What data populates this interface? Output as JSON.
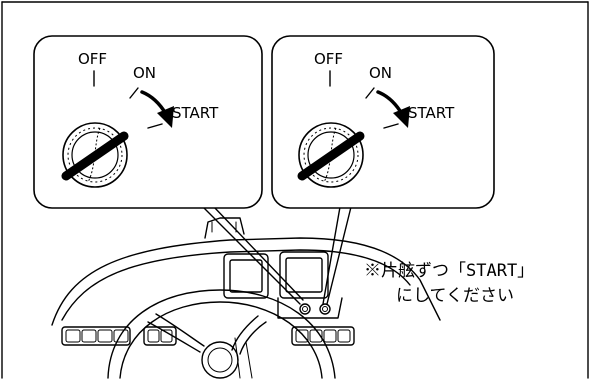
{
  "panels": [
    {
      "off_label": "OFF",
      "on_label": "ON",
      "start_label": "START",
      "icon": "ignition-key-cylinder-icon"
    },
    {
      "off_label": "OFF",
      "on_label": "ON",
      "start_label": "START",
      "icon": "ignition-key-cylinder-icon"
    }
  ],
  "note": {
    "line1": "※片舷ずつ「START」",
    "line2": "にしてください"
  },
  "dashboard": {
    "icon": "boat-dashboard-steering-wheel-icon"
  }
}
